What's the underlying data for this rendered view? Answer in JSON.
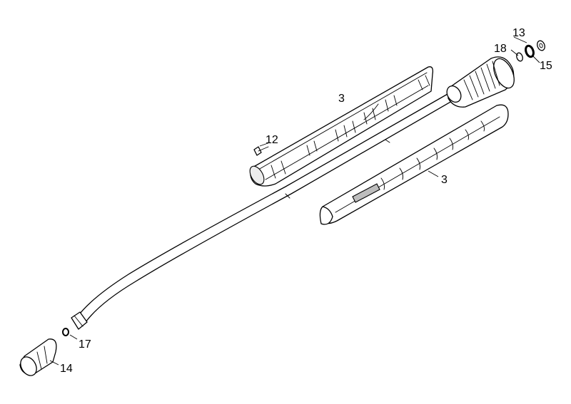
{
  "callouts": {
    "part_3_upper": "3",
    "part_3_lower": "3",
    "part_12": "12",
    "part_13": "13",
    "part_14": "14",
    "part_15": "15",
    "part_17": "17",
    "part_18": "18"
  },
  "icons": {
    "lance": "spray-lance",
    "upper_half_shell": "grip-half-shell",
    "lower_half_shell": "grip-half-shell",
    "screw": "screw-icon",
    "nut": "union-nut-icon",
    "nozzle_cap": "nozzle-cap-icon",
    "o_ring": "o-ring-icon",
    "small_ring": "small-ring-icon"
  }
}
